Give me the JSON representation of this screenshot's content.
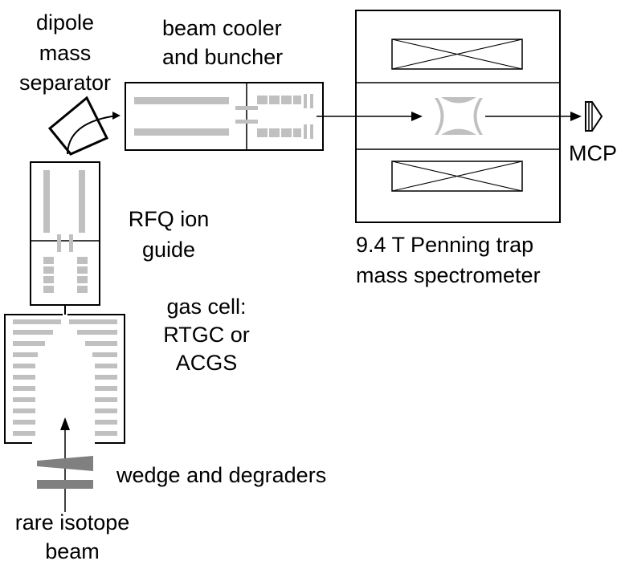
{
  "labels": {
    "dipole": [
      "dipole",
      "mass",
      "separator"
    ],
    "cooler": [
      "beam cooler",
      "and buncher"
    ],
    "rfq": [
      "RFQ ion",
      "guide"
    ],
    "gas_cell": [
      "gas cell:",
      "RTGC or",
      "ACGS"
    ],
    "wedge": "wedge and degraders",
    "beam": [
      "rare isotope",
      "beam"
    ],
    "penning": [
      "9.4 T Penning trap",
      "mass spectrometer"
    ],
    "mcp": "MCP"
  },
  "colors": {
    "outline": "#000000",
    "electrode": "#c0c0c0",
    "degrader": "#808080",
    "background": "#ffffff"
  }
}
